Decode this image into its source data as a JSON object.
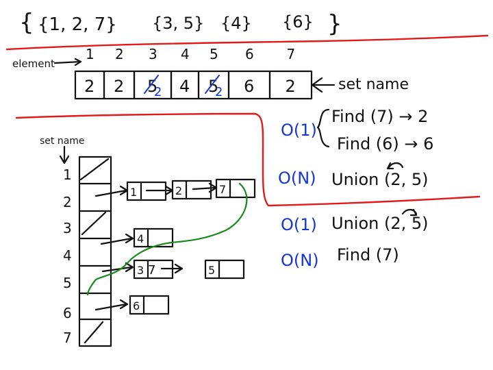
{
  "sets_line": {
    "open_brace": "{",
    "close_brace": "}",
    "sets": [
      "{1, 2, 7}",
      "{3, 5}",
      "{4}",
      "{6}"
    ]
  },
  "array": {
    "label": "element",
    "indices": [
      "1",
      "2",
      "3",
      "4",
      "5",
      "6",
      "7"
    ],
    "values": [
      "2",
      "2",
      "5",
      "4",
      "5",
      "6",
      "2"
    ],
    "corrections": [
      {
        "index": 2,
        "value": "2"
      },
      {
        "index": 4,
        "value": "2"
      }
    ],
    "side_label": "set name"
  },
  "list_diagram": {
    "header": "set name",
    "rows": [
      "1",
      "2",
      "3",
      "4",
      "5",
      "6",
      "7"
    ],
    "nodes": [
      [
        "1",
        "2",
        "7"
      ],
      [
        "4"
      ],
      [
        "3",
        "7",
        "5"
      ],
      [
        "6"
      ]
    ]
  },
  "complexity_top": [
    {
      "cost": "O(1)",
      "op": "Find (7) → 2"
    },
    {
      "cost": "",
      "op": "Find (6) → 6"
    },
    {
      "cost": "O(N)",
      "op": "Union (2, 5)"
    }
  ],
  "complexity_bottom": [
    {
      "cost": "O(1)",
      "op": "Union (2, 5)"
    },
    {
      "cost": "O(N)",
      "op": "Find (7)"
    }
  ],
  "colors": {
    "ink": "#111111",
    "marker_red": "#e01b1b",
    "marker_blue": "#1535d6",
    "marker_green": "#1a8a1a"
  }
}
